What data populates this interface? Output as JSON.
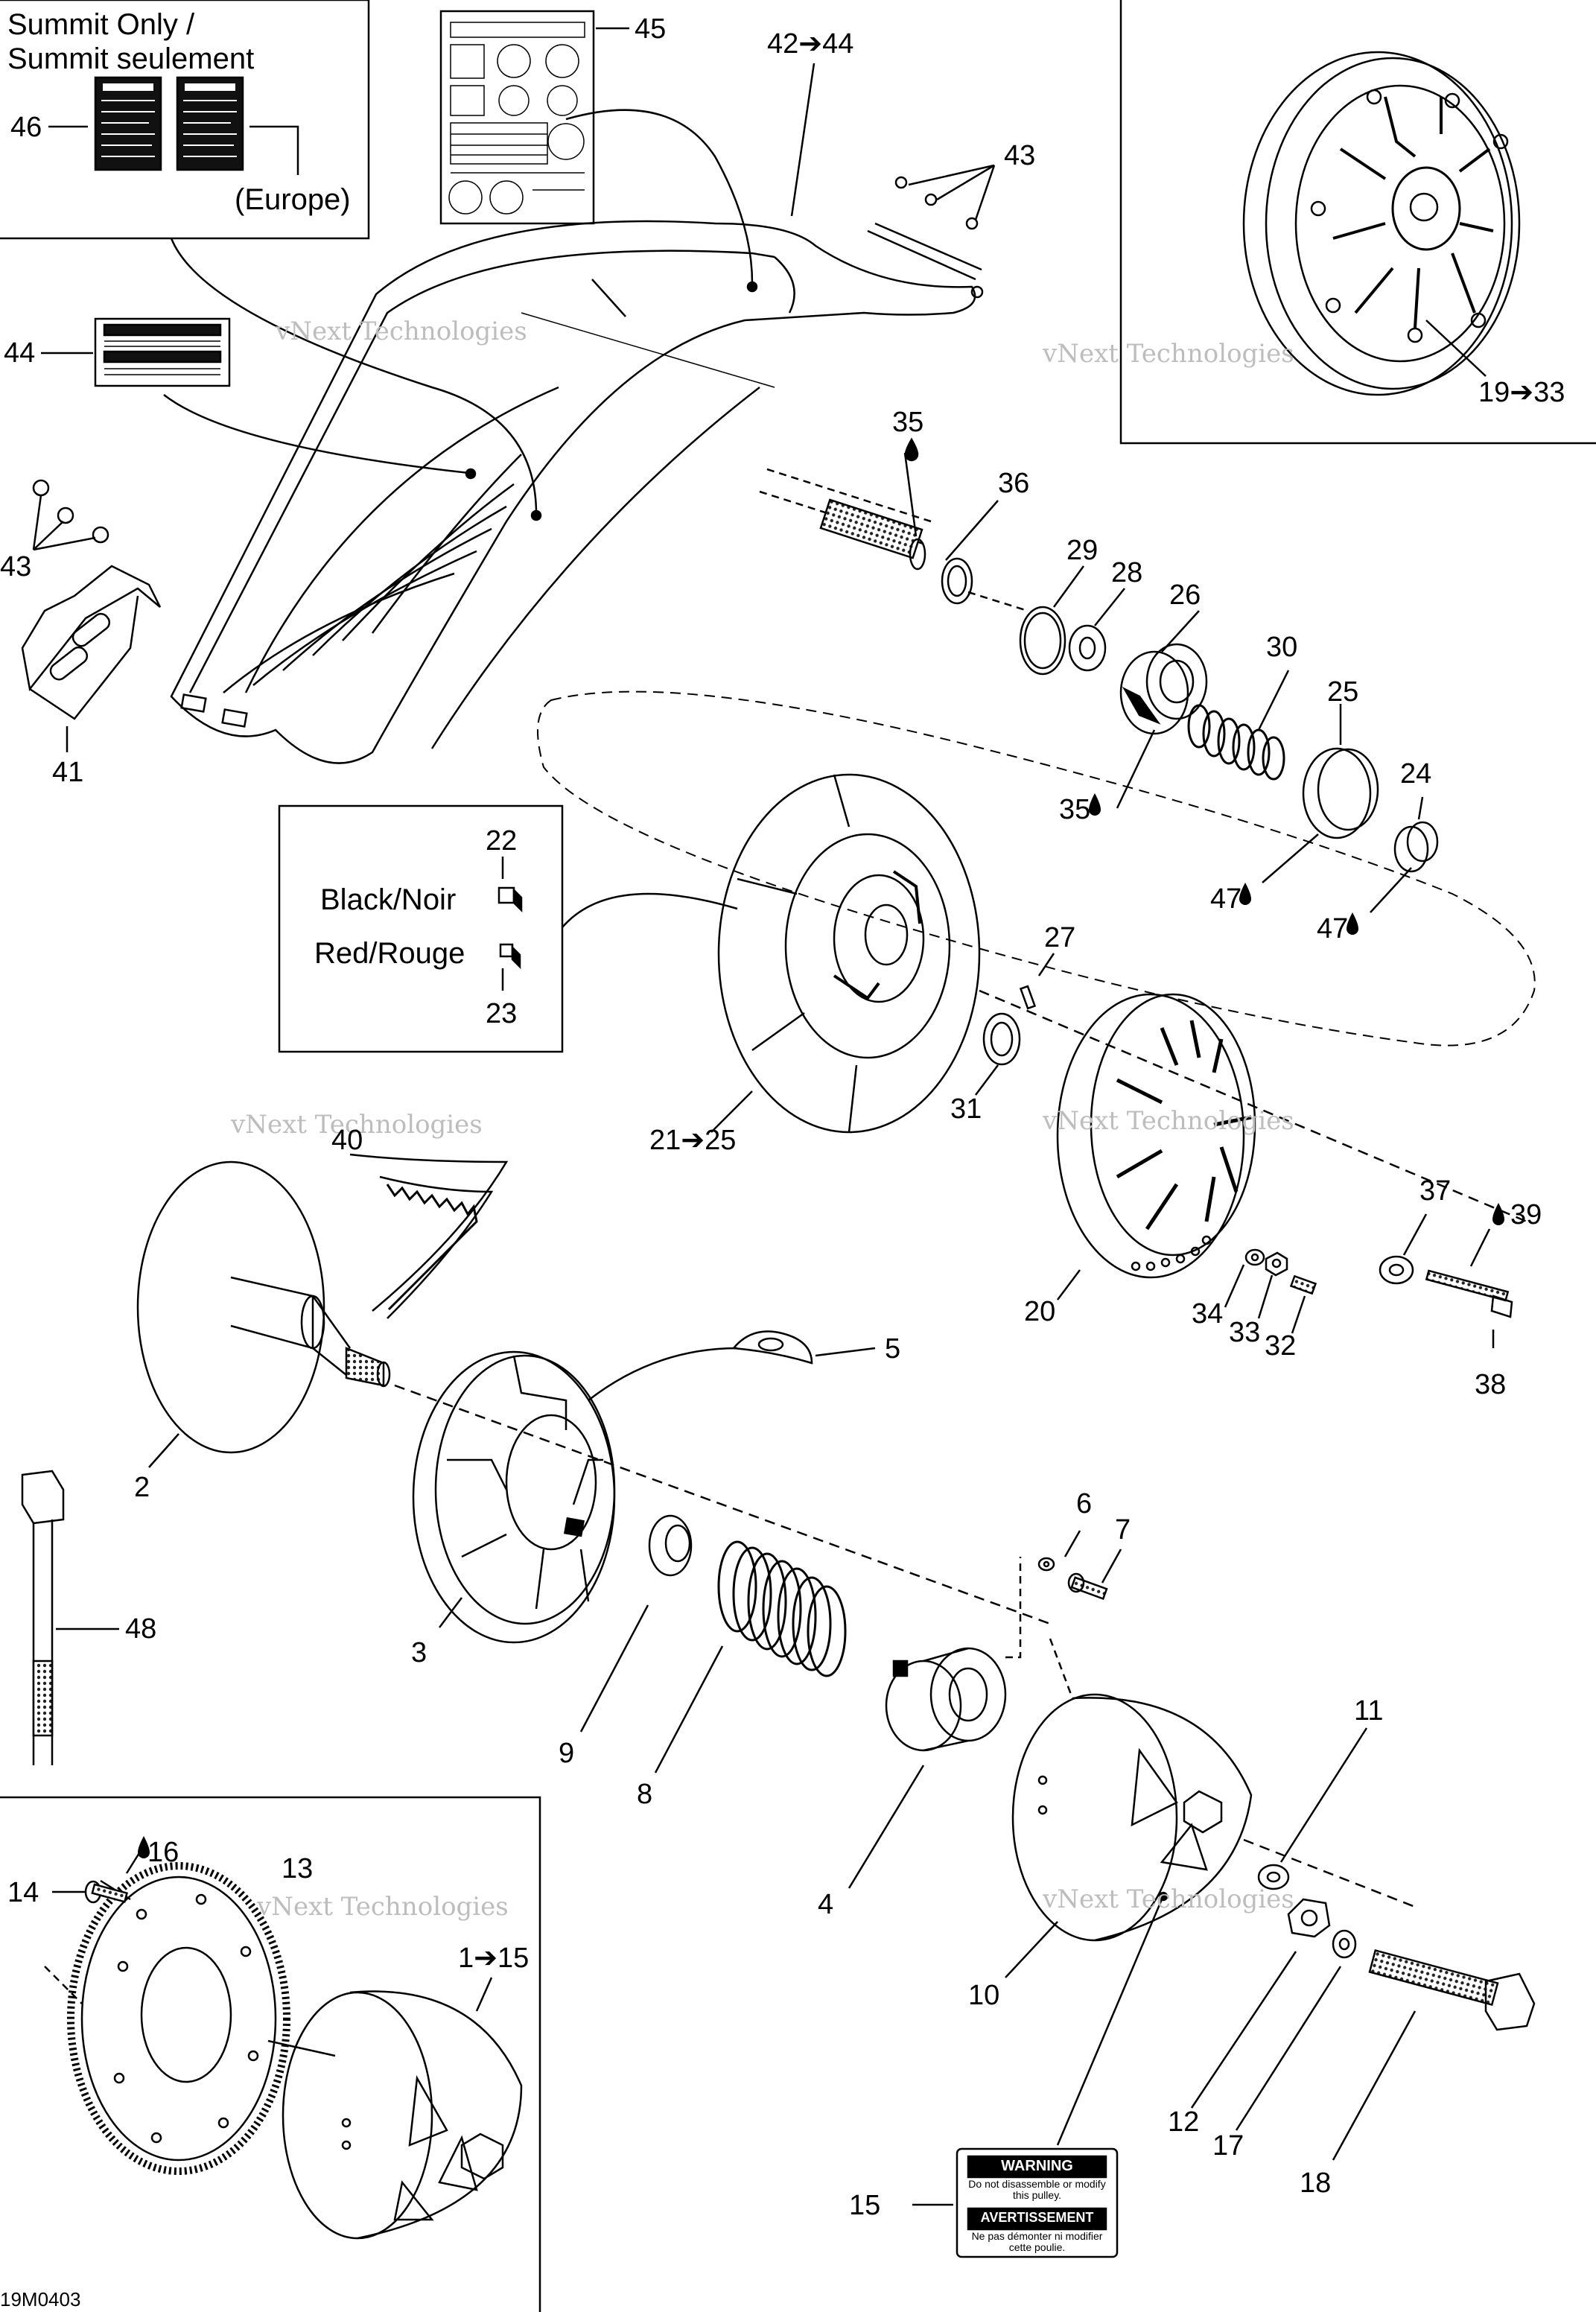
{
  "diagram": {
    "box_top_left": {
      "line1": "Summit Only /",
      "line2": "Summit seulement",
      "europe": "(Europe)"
    },
    "color_box": {
      "black": "Black/Noir",
      "red": "Red/Rouge"
    },
    "watermark": {
      "line1": "vNext Technologies",
      "line2": "Technologies"
    },
    "drawing_code": "19M0403",
    "warning_label": {
      "warning": "WARNING",
      "warning_text": "Do not disassemble or modify this pulley.",
      "avertissement": "AVERTISSEMENT",
      "avertissement_text": "Ne pas démonter ni modifier cette poulie."
    },
    "callouts": {
      "c46": "46",
      "c45": "45",
      "c42_44": "42➔44",
      "c43a": "43",
      "c43b": "43",
      "c44": "44",
      "c41": "41",
      "c19_33": "19➔33",
      "c35a": "35",
      "c36": "36",
      "c29": "29",
      "c28": "28",
      "c26": "26",
      "c30": "30",
      "c25": "25",
      "c24": "24",
      "c35b": "35",
      "c47a": "47",
      "c47b": "47",
      "c22": "22",
      "c23": "23",
      "c27": "27",
      "c31": "31",
      "c21_25": "21➔25",
      "c40": "40",
      "c20": "20",
      "c37": "37",
      "c39": "39",
      "c34": "34",
      "c33": "33",
      "c32": "32",
      "c38": "38",
      "c5": "5",
      "c2": "2",
      "c48": "48",
      "c3": "3",
      "c6": "6",
      "c7": "7",
      "c9": "9",
      "c8": "8",
      "c4": "4",
      "c11": "11",
      "c16": "16",
      "c13": "13",
      "c14": "14",
      "c1_15": "1➔15",
      "c10": "10",
      "c12": "12",
      "c17": "17",
      "c18": "18",
      "c15": "15"
    }
  }
}
